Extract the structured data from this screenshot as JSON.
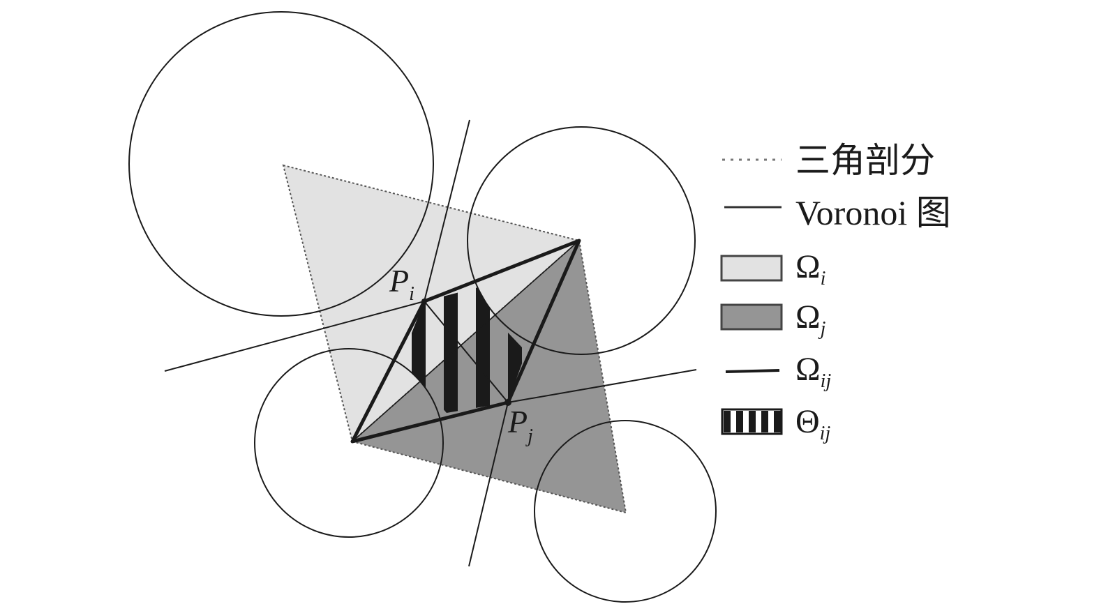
{
  "labels": {
    "pi_main": "P",
    "pi_sub": "i",
    "pj_main": "P",
    "pj_sub": "j"
  },
  "legend": [
    {
      "key": "triangulation",
      "label": "三角剖分"
    },
    {
      "key": "voronoi",
      "label": "Voronoi 图"
    },
    {
      "key": "omega_i",
      "main": "Ω",
      "sub": "i"
    },
    {
      "key": "omega_j",
      "main": "Ω",
      "sub": "j"
    },
    {
      "key": "omega_ij",
      "main": "Ω",
      "sub": "ij"
    },
    {
      "key": "theta_ij",
      "main": "Θ",
      "sub": "ij"
    }
  ],
  "colors": {
    "omega_i": "#e2e2e2",
    "omega_j": "#959595",
    "line": "#1a1a1a"
  }
}
